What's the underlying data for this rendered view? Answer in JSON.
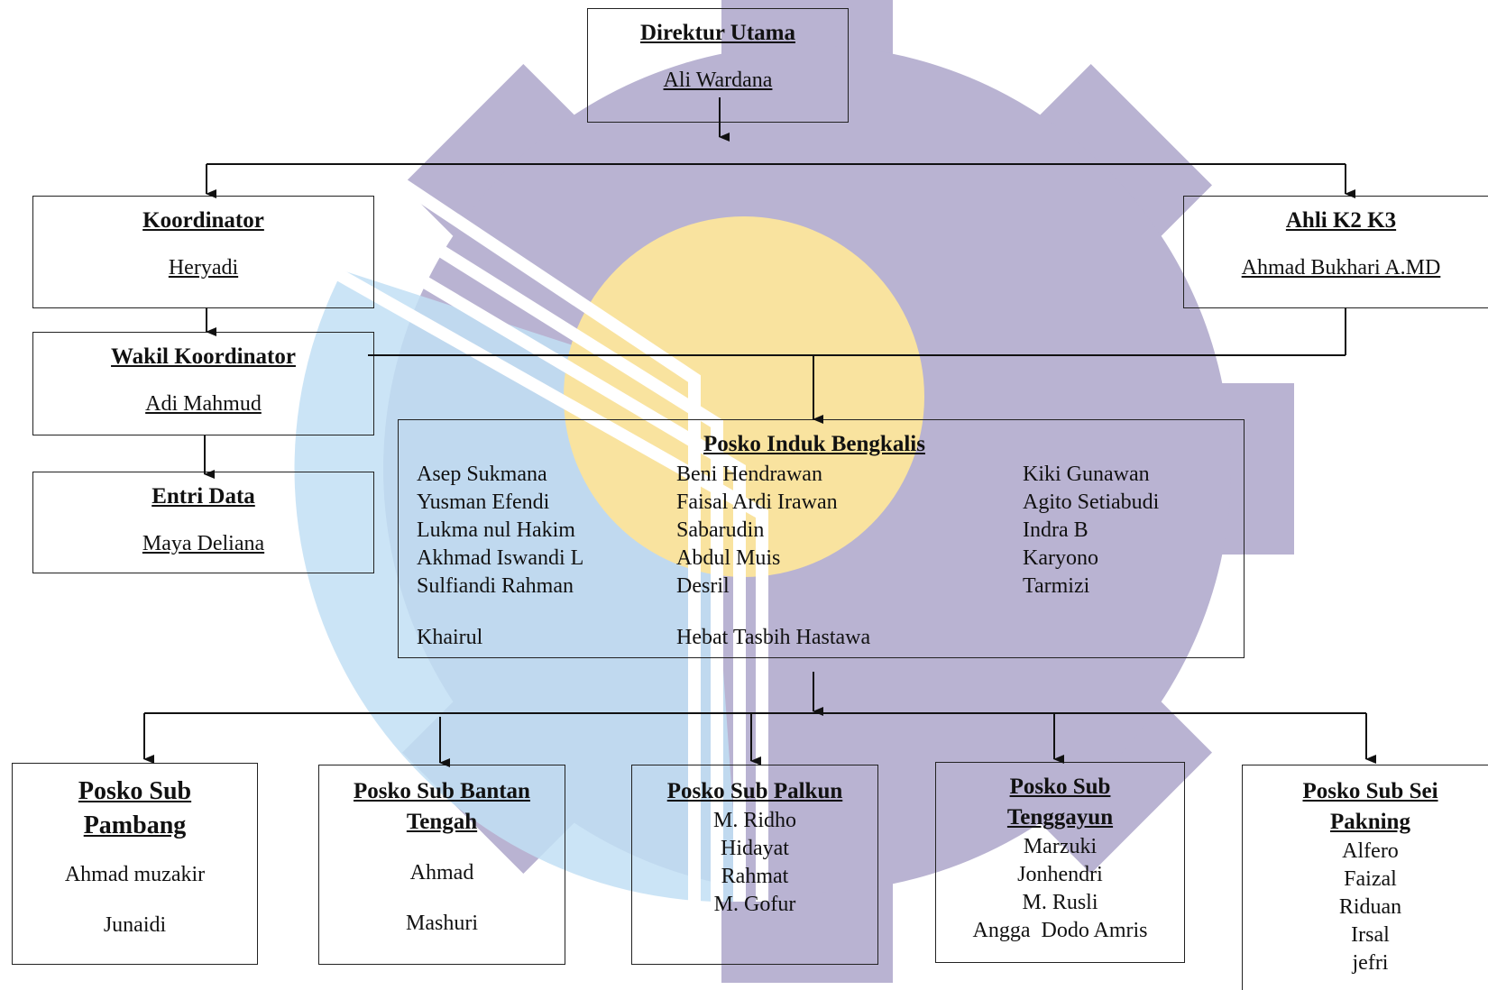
{
  "direktur": {
    "title": "Direktur Utama",
    "name": "Ali Wardana"
  },
  "koordinator": {
    "title": "Koordinator",
    "name": "Heryadi"
  },
  "wakil": {
    "title": "Wakil Koordinator",
    "name": "Adi Mahmud"
  },
  "entri": {
    "title": "Entri Data",
    "name": "Maya Deliana"
  },
  "ahli": {
    "title": "Ahli K2 K3",
    "name": "Ahmad Bukhari A.MD"
  },
  "posko_induk": {
    "title": "Posko Induk Bengkalis",
    "col1": [
      "Asep Sukmana",
      "Yusman Efendi",
      "Lukma nul Hakim",
      "Akhmad Iswandi L",
      "Sulfiandi Rahman"
    ],
    "col2": [
      "Beni Hendrawan",
      "Faisal Ardi Irawan",
      "Sabarudin",
      "Abdul Muis",
      "Desril"
    ],
    "col3": [
      "Kiki Gunawan",
      "Agito Setiabudi",
      "Indra B",
      "Karyono",
      "Tarmizi"
    ],
    "extra1": "Khairul",
    "extra2": "Hebat Tasbih Hastawa"
  },
  "sub_pambang": {
    "title_1": "Posko Sub",
    "title_2": "Pambang",
    "members": [
      "Ahmad muzakir",
      "Junaidi"
    ]
  },
  "sub_bantan": {
    "title_1": "Posko Sub Bantan",
    "title_2": "Tengah",
    "members": [
      "Ahmad",
      "Mashuri"
    ]
  },
  "sub_palkun": {
    "title": "Posko Sub Palkun",
    "members": [
      "M. Ridho",
      "Hidayat",
      "Rahmat",
      "M. Gofur"
    ]
  },
  "sub_tenggayun": {
    "title_1": "Posko Sub",
    "title_2": "Tenggayun",
    "members": [
      "Marzuki",
      "Jonhendri",
      "M. Rusli",
      "Angga  Dodo Amris"
    ]
  },
  "sub_sei": {
    "title_1": "Posko Sub Sei",
    "title_2": "Pakning",
    "members": [
      "Alfero",
      "Faizal",
      "Riduan",
      "Irsal",
      "jefri"
    ]
  },
  "colors": {
    "gear": "#aaa3c8",
    "sun": "#f8dd8a",
    "blue": "#b5d9f2",
    "line": "#111111"
  }
}
